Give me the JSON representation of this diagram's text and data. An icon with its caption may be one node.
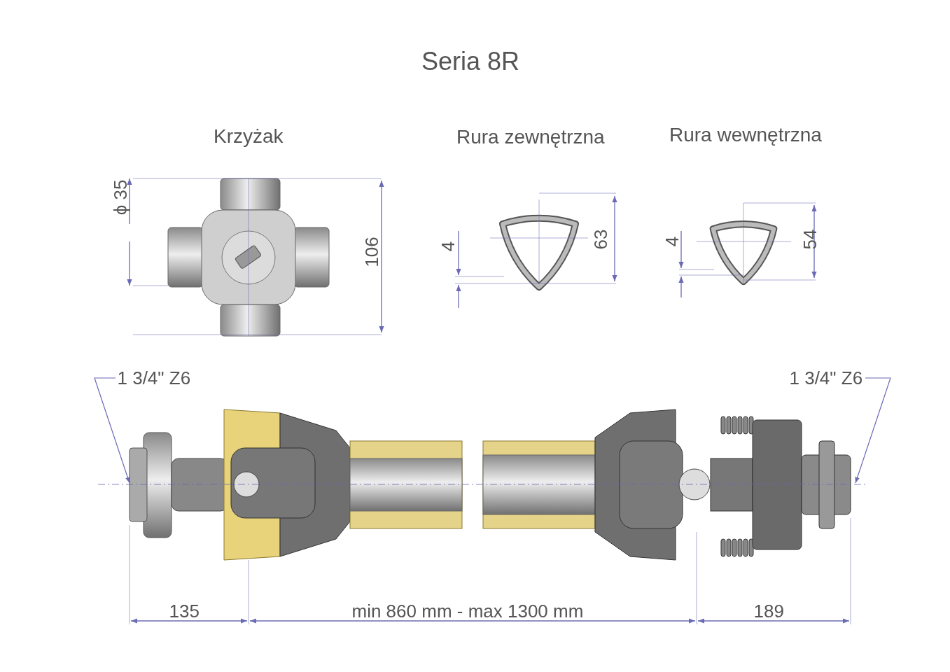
{
  "diagram": {
    "title": "Seria 8R",
    "nodes": [
      {
        "text": [
          "1 3/4\" Z6"
        ]
      },
      {
        "text": [
          "1 3/4\" Z6"
        ]
      }
    ],
    "edges": [
      {
        "from": 0,
        "to": null,
        "arrow": "to"
      },
      {
        "from": 1,
        "to": null,
        "arrow": "to"
      }
    ],
    "labels": [
      "Krzyżak",
      "Rura zewnętrzna",
      "Rura wewnętrzna",
      "ϕ 35",
      "106",
      "4",
      "63",
      "4",
      "54",
      "135",
      "min 860 mm - max 1300 mm",
      "189"
    ]
  }
}
